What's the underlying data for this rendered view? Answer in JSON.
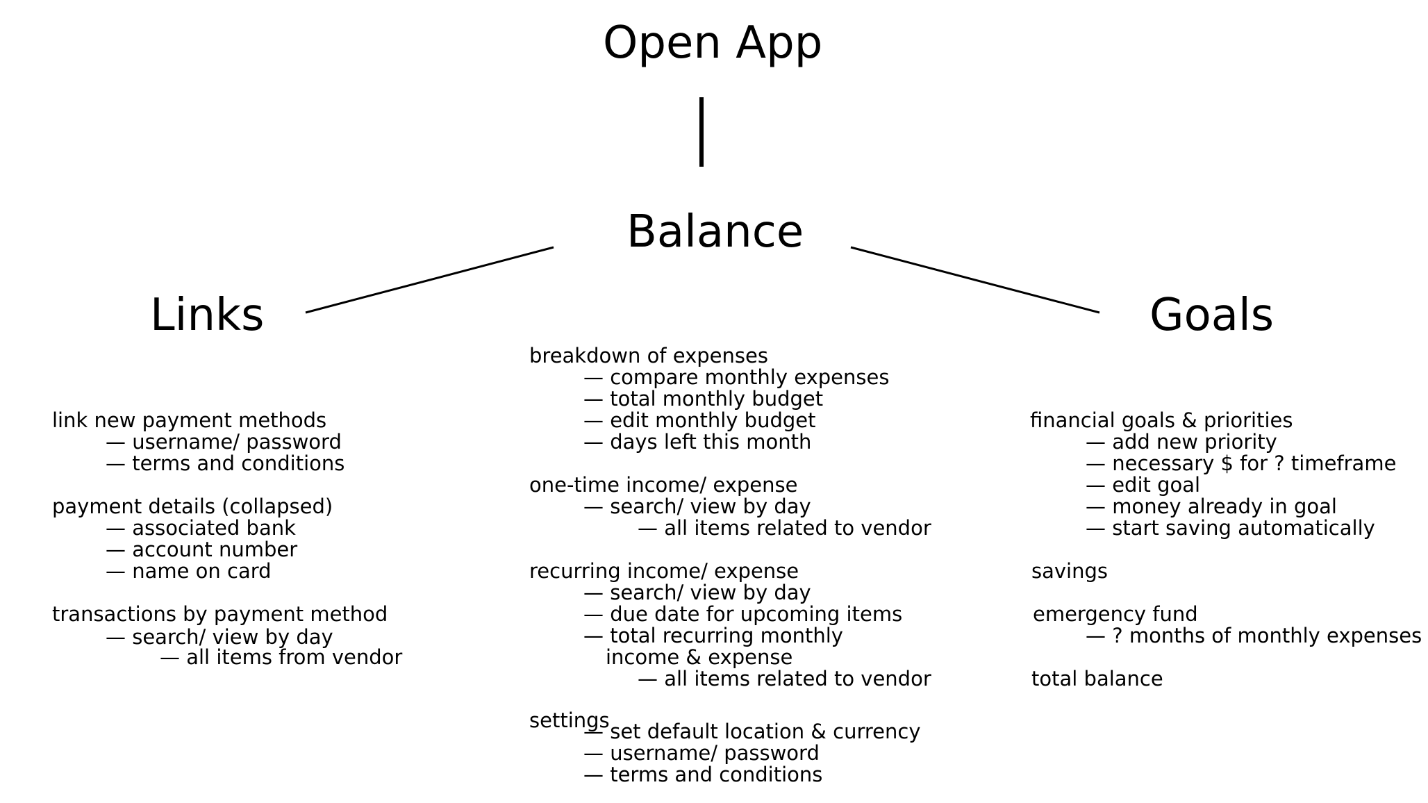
{
  "root": "Open App",
  "balance": {
    "title": "Balance",
    "items": [
      "breakdown of expenses",
      "— compare monthly expenses",
      "— total monthly budget",
      "— edit monthly budget",
      "— days left this month",
      "one-time income/ expense",
      "— search/ view by day",
      "— all items related to vendor",
      "recurring income/ expense",
      "— search/ view by day",
      "— due date for upcoming items",
      "— total recurring monthly",
      "income & expense",
      "— all items related to vendor",
      "settings",
      "— set default location & currency",
      "— username/ password",
      "— terms and conditions"
    ]
  },
  "links": {
    "title": "Links",
    "items": [
      "link new payment methods",
      "— username/ password",
      "— terms and conditions",
      "payment details (collapsed)",
      "— associated bank",
      "— account number",
      "— name on card",
      "transactions by payment method",
      "— search/ view by day",
      "— all items from vendor"
    ]
  },
  "goals": {
    "title": "Goals",
    "items": [
      "financial goals & priorities",
      "— add new priority",
      "— necessary $ for ? timeframe",
      "— edit goal",
      "— money already in goal",
      "— start saving automatically",
      "savings",
      "emergency fund",
      "— ? months of monthly expenses",
      "total balance"
    ]
  }
}
